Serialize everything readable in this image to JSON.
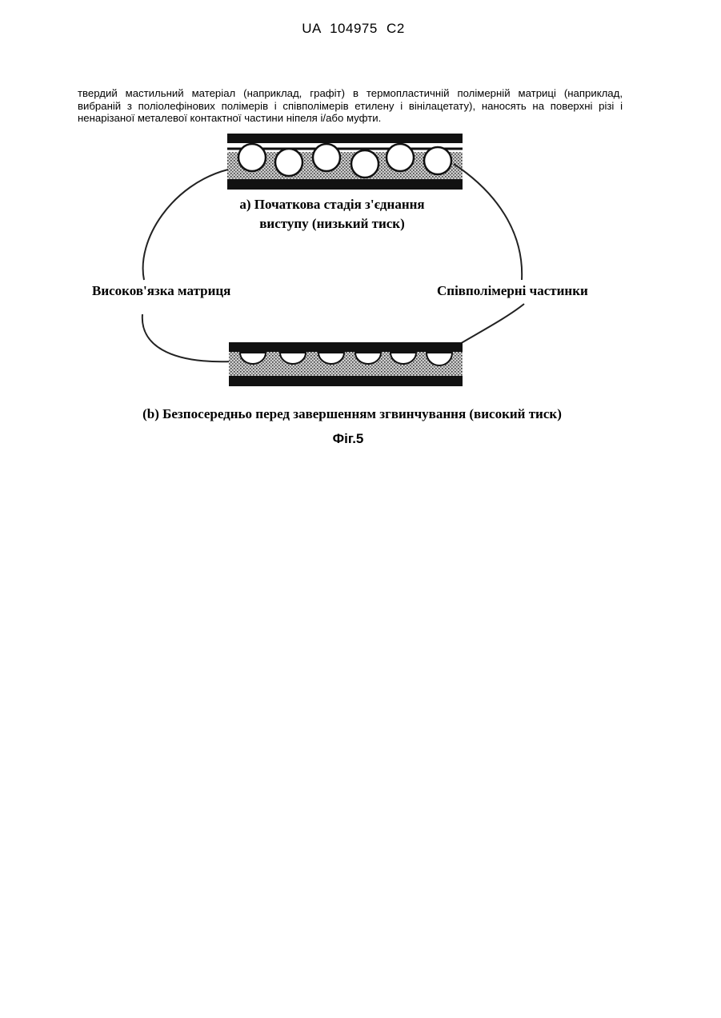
{
  "header": {
    "doc_id": "UA   104975   C2"
  },
  "body": {
    "paragraph": "твердий мастильний матеріал (наприклад, графіт) в термопластичній полімерній матриці (наприклад, вибраній з поліолефінових полімерів і співполімерів етилену і вінілацетату), наносять на поверхні різі і ненарізаної металевої контактної частини ніпеля і/або муфти."
  },
  "figure": {
    "label_a_line1": "а) Початкова стадія з'єднання",
    "label_a_line2": "виступу (низький тиск)",
    "label_matrix": "Високов'язка матриця",
    "label_particles": "Співполімерні частинки",
    "label_b": "(b) Безпосередньо перед завершенням згвинчування (високий тиск)",
    "caption": "Фіг.5"
  }
}
